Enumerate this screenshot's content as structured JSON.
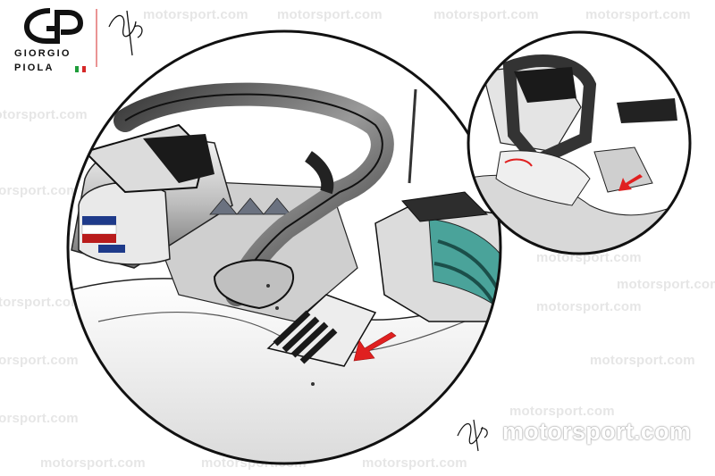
{
  "watermark": {
    "text": "motorsport.com"
  },
  "logo": {
    "name_line1": "GIORGIO",
    "name_line2": "PIOLA",
    "flag_colors": [
      "#1f9d3a",
      "#ffffff",
      "#d62828"
    ]
  },
  "brand_watermark": "motorsport.com",
  "colors": {
    "arrow": "#e02020",
    "outline": "#111111",
    "chrome_dark": "#2b2b2b",
    "teal": "#4aa39a"
  },
  "icons": [
    "arrow-pointer-icon",
    "logo-gp-icon",
    "signature-icon"
  ]
}
